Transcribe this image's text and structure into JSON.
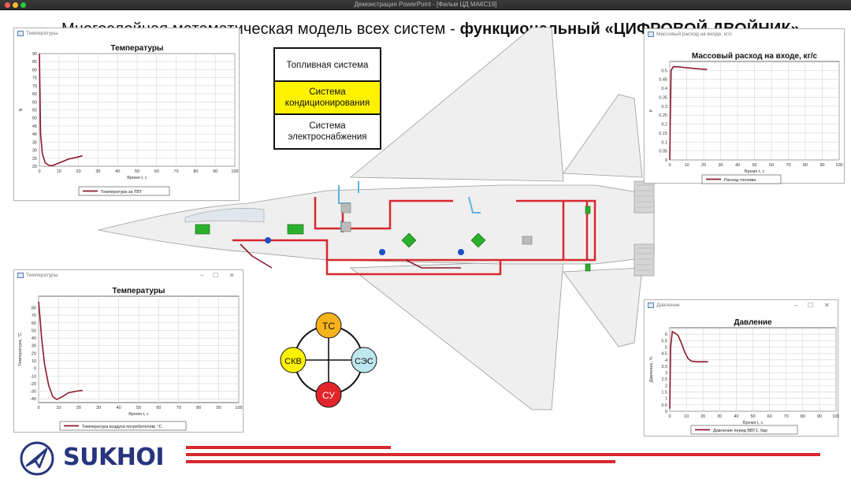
{
  "window": {
    "title": "Демонстрация PowerPoint - [Фильм ЦД МАКС19]"
  },
  "slide": {
    "title_regular": "Многослойная математическая модель всех систем - ",
    "title_bold": "функциональный «ЦИФРОВОЙ ДВОЙНИК»"
  },
  "systems_legend": [
    {
      "label": "Топливная система",
      "highlight": false
    },
    {
      "label": "Система кондиционирования",
      "highlight": true
    },
    {
      "label": "Система электроснабжения",
      "highlight": false
    }
  ],
  "systems_circle": {
    "top": "ТС",
    "left": "СКВ",
    "right": "СЭС",
    "bottom": "СУ",
    "colors": {
      "top": "#f6b21b",
      "left": "#fff200",
      "right": "#bfe7ee",
      "bottom": "#e3242b"
    }
  },
  "colors": {
    "series": "#8b1a2b",
    "brand": "#26357d",
    "stripe": "#d7282e",
    "fuel": "#d7282e",
    "air": "#5ab4e0",
    "elec": "#2bb02b"
  },
  "icons": {
    "logo": "sukhoi-paper-plane-icon",
    "window": "plot-window-icon"
  },
  "brand": {
    "name": "SUKHOI"
  },
  "plots": {
    "top_left": {
      "window_title": "Температуры",
      "legend": "Температура за ТВТ",
      "chart_data": {
        "type": "line",
        "title": "Температуры",
        "xlabel": "Время t, с",
        "ylabel": "N",
        "xlim": [
          0,
          100
        ],
        "ylim": [
          20,
          90
        ],
        "xticks": [
          0,
          10,
          20,
          30,
          40,
          50,
          60,
          70,
          80,
          90,
          100
        ],
        "yticks": [
          20,
          25,
          30,
          35,
          40,
          45,
          50,
          55,
          60,
          65,
          70,
          75,
          80,
          85,
          90
        ],
        "grid": true,
        "series": [
          {
            "name": "Температура за ТВТ",
            "x": [
              0,
              0.6,
              1.5,
              3,
              5,
              7,
              9,
              12,
              15,
              19,
              22
            ],
            "y": [
              90,
              40,
              28,
              22,
              20.5,
              20.5,
              21.5,
              23,
              24.5,
              25.5,
              26.5
            ]
          }
        ]
      }
    },
    "bottom_left": {
      "window_title": "Температуры",
      "legend": "Температура воздуха потребителям, °С",
      "chart_data": {
        "type": "line",
        "title": "Температуры",
        "xlabel": "Время t, с",
        "ylabel": "Температура, °С",
        "xlim": [
          0,
          100
        ],
        "ylim": [
          -45,
          95
        ],
        "xticks": [
          0,
          10,
          20,
          30,
          40,
          50,
          60,
          70,
          80,
          90,
          100
        ],
        "yticks": [
          -40,
          -30,
          -20,
          -10,
          0,
          10,
          20,
          30,
          40,
          50,
          60,
          70,
          80
        ],
        "grid": true,
        "series": [
          {
            "name": "Температура воздуха потребителям, °С",
            "x": [
              0,
              0.6,
              1.5,
              3,
              5,
              7,
              9,
              12,
              15,
              19,
              22
            ],
            "y": [
              88,
              70,
              40,
              5,
              -22,
              -37,
              -41,
              -37,
              -32,
              -30,
              -29
            ]
          }
        ]
      }
    },
    "top_right": {
      "window_title": "Массовый расход на входе, кг/с",
      "legend": "Расход топлива",
      "chart_data": {
        "type": "line",
        "title": "Массовый расход на входе, кг/с",
        "xlabel": "Время t, с",
        "ylabel": "P",
        "xlim": [
          0,
          100
        ],
        "ylim": [
          0,
          0.55
        ],
        "xticks": [
          0,
          10,
          20,
          30,
          40,
          50,
          60,
          70,
          80,
          90,
          100
        ],
        "yticks": [
          0,
          0.05,
          0.1,
          0.15,
          0.2,
          0.25,
          0.3,
          0.35,
          0.4,
          0.45,
          0.5
        ],
        "grid": true,
        "series": [
          {
            "name": "Расход топлива",
            "x": [
              0,
              0.3,
              0.8,
              2,
              5,
              10,
              15,
              22
            ],
            "y": [
              0,
              0.2,
              0.5,
              0.52,
              0.52,
              0.515,
              0.51,
              0.505
            ]
          }
        ]
      }
    },
    "bottom_right": {
      "window_title": "Давление",
      "legend": "Давление перед ВВТ1, бар",
      "chart_data": {
        "type": "line",
        "title": "Давление",
        "xlabel": "Время t, с",
        "ylabel": "Давление, %",
        "xlim": [
          0,
          100
        ],
        "ylim": [
          0,
          6.5
        ],
        "xticks": [
          0,
          10,
          20,
          30,
          40,
          50,
          60,
          70,
          80,
          90,
          100
        ],
        "yticks": [
          0,
          0.5,
          1,
          1.5,
          2,
          2.5,
          3,
          3.5,
          4,
          4.5,
          5,
          5.5,
          6
        ],
        "grid": true,
        "series": [
          {
            "name": "Давление перед ВВТ1, бар",
            "x": [
              0,
              0.5,
              1.5,
              3,
              5,
              7,
              9,
              11,
              13,
              16,
              20,
              23
            ],
            "y": [
              0.2,
              5,
              6.2,
              6.1,
              5.9,
              5.3,
              4.6,
              4.1,
              3.9,
              3.85,
              3.85,
              3.85
            ]
          }
        ]
      }
    }
  }
}
